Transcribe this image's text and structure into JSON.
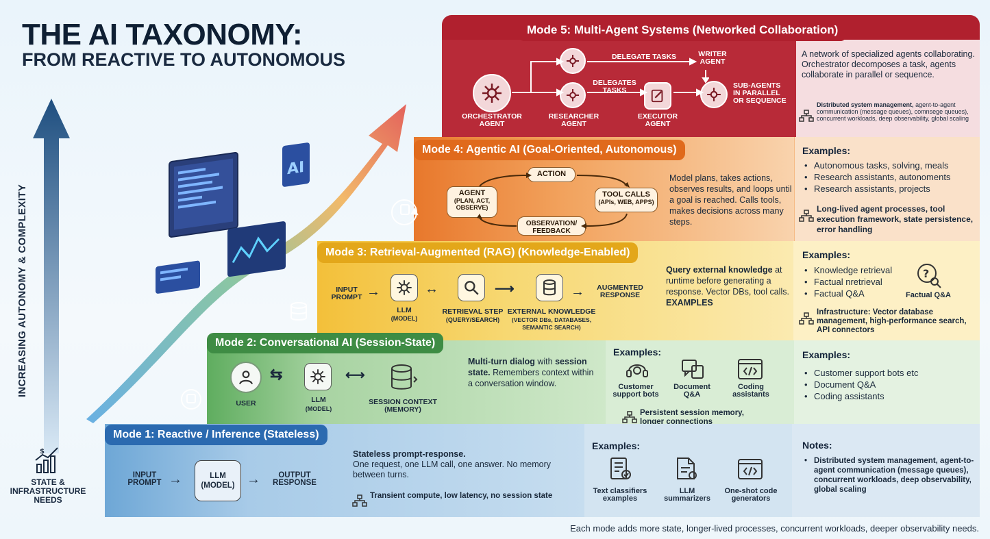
{
  "title": {
    "line1": "THE AI TAXONOMY:",
    "line2": "FROM REACTIVE TO AUTONOMOUS"
  },
  "side": {
    "vertical_label": "INCREASING AUTONOMY & COMPLEXITY",
    "state_label": "STATE & INFRASTRUCTURE NEEDS"
  },
  "mode5": {
    "tab": "Mode 5: Multi-Agent Systems (Networked Collaboration)",
    "orchestrator": "ORCHESTRATOR AGENT",
    "researcher": "RESEARCHER AGENT",
    "executor": "EXECUTOR AGENT",
    "writer": "WRITER AGENT",
    "delegate_tasks": "DELEGATE TASKS",
    "delegates_tasks": "DELEGATES TASKS",
    "subagents": "SUB-AGENTS IN PARALLEL OR SEQUENCE",
    "description": "A network of specialized agents collaborating. Orchestrator decomposes a task, agents collaborate in parallel or sequence.",
    "infra_bold": "Distributed system management,",
    "infra_rest": "agent-to-agent communication (message queues), comnsege queues), concurrent workloads, deep observability, global scaling"
  },
  "mode4": {
    "tab": "Mode 4: Agentic AI (Goal-Oriented, Autonomous)",
    "agent": "AGENT",
    "agent_sub": "(PLAN, ACT, OBSERVE)",
    "action": "ACTION",
    "tool_calls": "TOOL CALLS",
    "tool_sub": "(APIs, WEB, APPS)",
    "observation": "OBSERVATION/ FEEDBACK",
    "description": "Model plans, takes actions, observes results, and loops until a goal is reached. Calls tools, makes decisions across many steps.",
    "examples_header": "Examples:",
    "examples": [
      "Autonomous tasks, solving, meals",
      "Research assistants, autonoments",
      "Research assistants,  projects"
    ],
    "infra": "Long-lived agent processes, tool execution framework, state persistence, error handling"
  },
  "mode3": {
    "tab": "Mode 3: Retrieval-Augmented (RAG) (Knowledge-Enabled)",
    "input": "INPUT PROMPT",
    "llm": "LLM",
    "llm_sub": "(MODEL)",
    "retrieval": "RETRIEVAL STEP",
    "retrieval_sub": "(QUERY/SEARCH)",
    "external": "EXTERNAL KNOWLEDGE",
    "external_sub": "(VECTOR DBs, DATABASES, SEMANTIC SEARCH)",
    "augmented": "AUGMENTED RESPONSE",
    "desc_bold": "Query external knowledge",
    "description": "at runtime before generating a response. Vector DBs, tool calls.",
    "desc_examples": "EXAMPLES",
    "examples_header": "Examples:",
    "examples": [
      "Knowledge retrieval",
      "Factual nretrieval",
      "Factual Q&A"
    ],
    "factual_icon_label": "Factual Q&A",
    "infra": "Infrastructure: Vector database management, high-performance search, API connectors"
  },
  "mode2": {
    "tab": "Mode 2: Conversational AI (Session-State)",
    "user": "USER",
    "llm": "LLM",
    "llm_sub": "(MODEL)",
    "session": "SESSION CONTEXT (MEMORY)",
    "desc_bold1": "Multi-turn dialog",
    "desc_mid": " with ",
    "desc_bold2": "session state.",
    "description": " Remembers context within a conversation window.",
    "examples_header": "Examples:",
    "icon_examples": [
      "Customer support bots",
      "Document Q&A",
      "Coding assistants"
    ],
    "infra": "Persistent session memory, longer connections",
    "right_header": "Examples:",
    "examples": [
      "Customer support bots etc",
      "Document Q&A",
      "Coding assistants"
    ]
  },
  "mode1": {
    "tab": "Mode 1: Reactive / Inference (Stateless)",
    "input": "INPUT PROMPT",
    "llm": "LLM (MODEL)",
    "output": "OUTPUT RESPONSE",
    "desc_bold": "Stateless prompt-response.",
    "description": "One request, one LLM call, one answer. No memory between turns.",
    "infra": "Transient compute, low latency, no session state",
    "examples_header": "Examples:",
    "icon_examples": [
      "Text classifiers examples",
      "LLM summarizers",
      "One-shot code generators"
    ],
    "notes_header": "Notes:",
    "notes": "Distributed system management, agent-to-agent communication (message queues), concurrent workloads, deep observability, global scaling"
  },
  "footer": "Each mode adds more state, longer-lived processes, concurrent workloads, deeper observability needs."
}
